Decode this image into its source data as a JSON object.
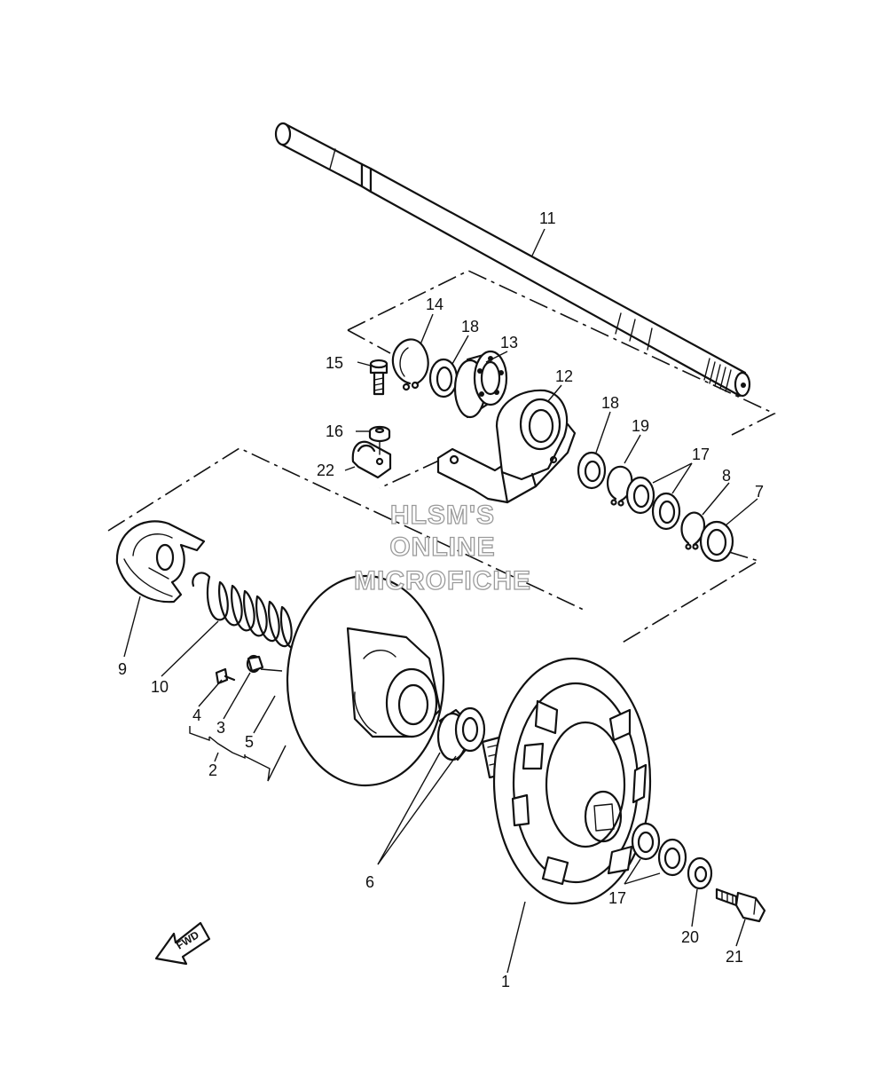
{
  "watermark": {
    "line1": "HLSM'S",
    "line2": "ONLINE",
    "line3": "MICROFICHE"
  },
  "direction_badge": {
    "label": "FWD"
  },
  "callouts": {
    "c1": "1",
    "c2": "2",
    "c3": "3",
    "c4": "4",
    "c5": "5",
    "c6": "6",
    "c7": "7",
    "c8": "8",
    "c9": "9",
    "c10": "10",
    "c11": "11",
    "c12": "12",
    "c13": "13",
    "c14": "14",
    "c15": "15",
    "c16": "16",
    "c17a": "17",
    "c17b": "17",
    "c18a": "18",
    "c18b": "18",
    "c19": "19",
    "c20": "20",
    "c21": "21",
    "c22": "22"
  }
}
